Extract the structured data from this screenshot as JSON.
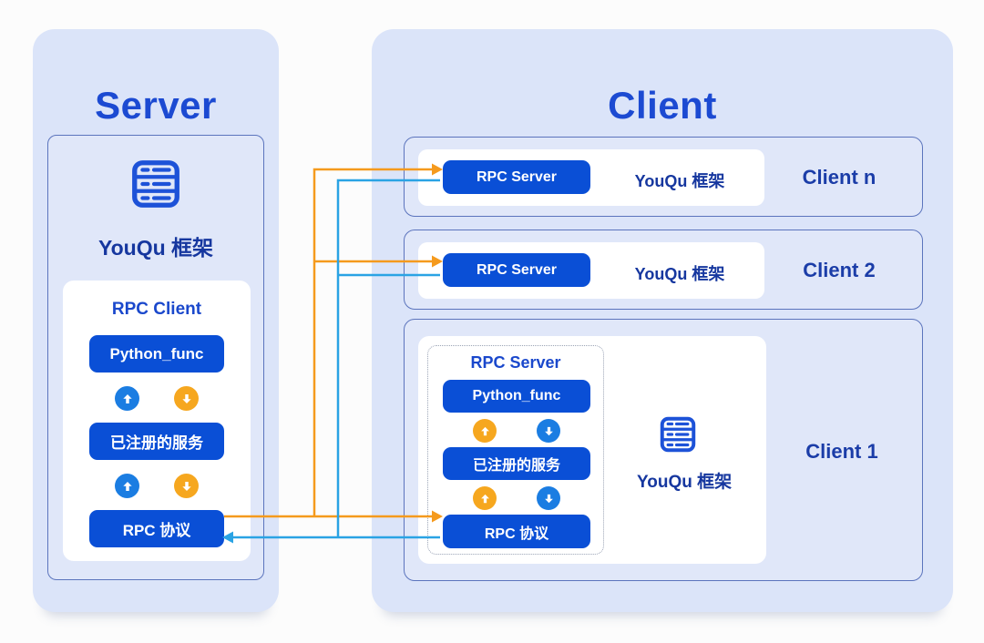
{
  "colors": {
    "panel_bg": "#dbe4f9",
    "title_blue": "#1c4ad2",
    "label_navy": "#16379f",
    "button_blue": "#0a4fd6",
    "box_border_blue": "#5b74bd",
    "wire_orange": "#f59a1d",
    "wire_cyan": "#2aa3e4",
    "circle_blue": "#1b7de2",
    "circle_orange": "#f6a71f",
    "icon_blue": "#1d52d8"
  },
  "icons": {
    "framework": "server-rack-icon",
    "up": "arrow-up-circle-icon",
    "down": "arrow-down-circle-icon"
  },
  "server_panel": {
    "title": "Server",
    "framework_label": "YouQu 框架",
    "rpc_client": {
      "title": "RPC Client",
      "func_label": "Python_func",
      "service_label": "已注册的服务",
      "protocol_label": "RPC 协议"
    }
  },
  "client_panel": {
    "title": "Client",
    "clients": [
      {
        "name": "Client n",
        "button_label": "RPC Server",
        "framework_label": "YouQu 框架"
      },
      {
        "name": "Client 2",
        "button_label": "RPC Server",
        "framework_label": "YouQu 框架"
      }
    ],
    "client1": {
      "name": "Client 1",
      "framework_label": "YouQu 框架",
      "rpc_server": {
        "title": "RPC Server",
        "func_label": "Python_func",
        "service_label": "已注册的服务",
        "protocol_label": "RPC 协议"
      }
    }
  }
}
